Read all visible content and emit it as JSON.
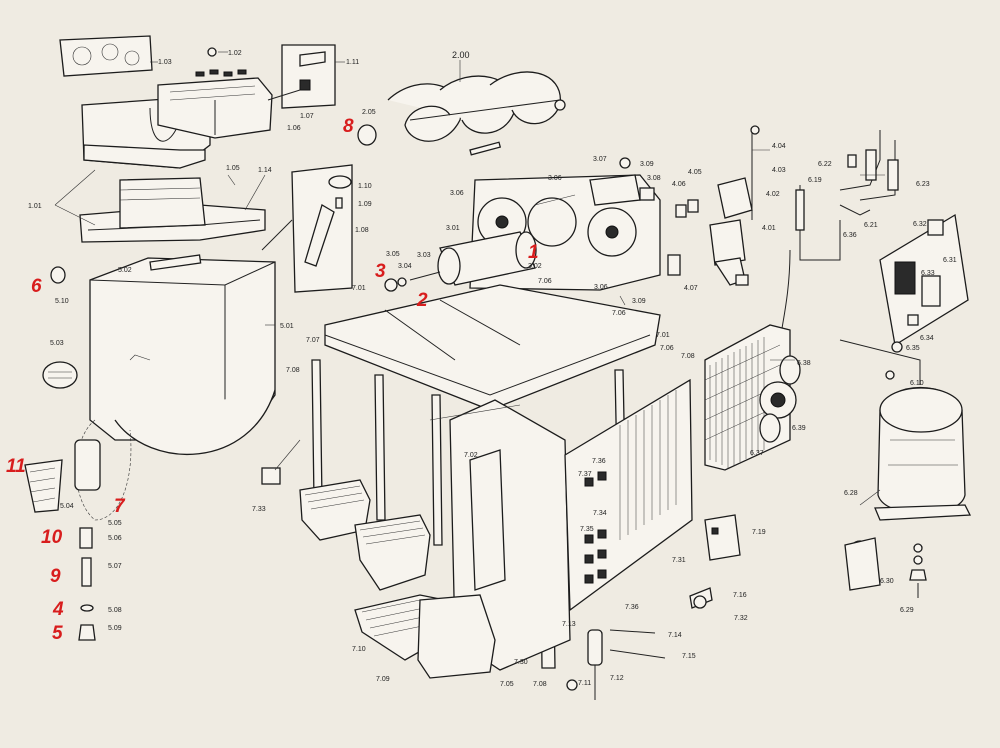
{
  "labels": {
    "l_1_03": "1.03",
    "l_1_02": "1.02",
    "l_1_11": "1.11",
    "l_1_07": "1.07",
    "l_1_06": "1.06",
    "l_1_14": "1.14",
    "l_1_05": "1.05",
    "l_1_10": "1.10",
    "l_1_09": "1.09",
    "l_1_08": "1.08",
    "l_1_01": "1.01",
    "l_5_02": "5.02",
    "l_5_10": "5.10",
    "l_5_01": "5.01",
    "l_5_03": "5.03",
    "l_5_04": "5.04",
    "l_5_05": "5.05",
    "l_5_06": "5.06",
    "l_5_07": "5.07",
    "l_5_08": "5.08",
    "l_5_09": "5.09",
    "l_2_00": "2.00",
    "l_2_05": "2.05",
    "l_3_07": "3.07",
    "l_3_09a": "3.09",
    "l_3_08": "3.08",
    "l_3_06a": "3.06",
    "l_3_06b": "3.06",
    "l_3_06c": "3.06",
    "l_3_01": "3.01",
    "l_3_02": "3.02",
    "l_3_05": "3.05",
    "l_3_04": "3.04",
    "l_3_03": "3.03",
    "l_3_09b": "3.09",
    "l_4_05": "4.05",
    "l_4_06": "4.06",
    "l_4_04": "4.04",
    "l_4_03": "4.03",
    "l_4_02": "4.02",
    "l_4_01": "4.01",
    "l_4_07": "4.07",
    "l_6_22": "6.22",
    "l_6_19": "6.19",
    "l_6_23": "6.23",
    "l_6_21": "6.21",
    "l_6_36": "6.36",
    "l_6_32": "6.32",
    "l_6_31": "6.31",
    "l_6_33": "6.33",
    "l_6_34": "6.34",
    "l_6_35": "6.35",
    "l_6_38": "6.38",
    "l_6_10": "6.10",
    "l_6_39": "6.39",
    "l_6_37": "6.37",
    "l_6_28": "6.28",
    "l_6_30": "6.30",
    "l_6_29": "6.29",
    "l_7_01a": "7.01",
    "l_7_06a": "7.06",
    "l_7_06b": "7.06",
    "l_7_01b": "7.01",
    "l_7_06c": "7.06",
    "l_7_07": "7.07",
    "l_7_08a": "7.08",
    "l_7_08b": "7.08",
    "l_7_02": "7.02",
    "l_7_33": "7.33",
    "l_7_36a": "7.36",
    "l_7_37": "7.37",
    "l_7_34": "7.34",
    "l_7_35": "7.35",
    "l_7_31": "7.31",
    "l_7_19": "7.19",
    "l_7_16": "7.16",
    "l_7_32": "7.32",
    "l_7_36b": "7.36",
    "l_7_13": "7.13",
    "l_7_14": "7.14",
    "l_7_15": "7.15",
    "l_7_10": "7.10",
    "l_7_09": "7.09",
    "l_7_05": "7.05",
    "l_7_30": "7.30",
    "l_7_08c": "7.08",
    "l_7_11": "7.11",
    "l_7_12": "7.12"
  },
  "callouts": {
    "n1": "1",
    "n2": "2",
    "n3": "3",
    "n4": "4",
    "n5": "5",
    "n6": "6",
    "n7": "7",
    "n8": "8",
    "n9": "9",
    "n10": "10",
    "n11": "11"
  },
  "colors": {
    "paper": "#efebe2",
    "ink": "#1c1c1c",
    "callout": "#d81d1d"
  }
}
